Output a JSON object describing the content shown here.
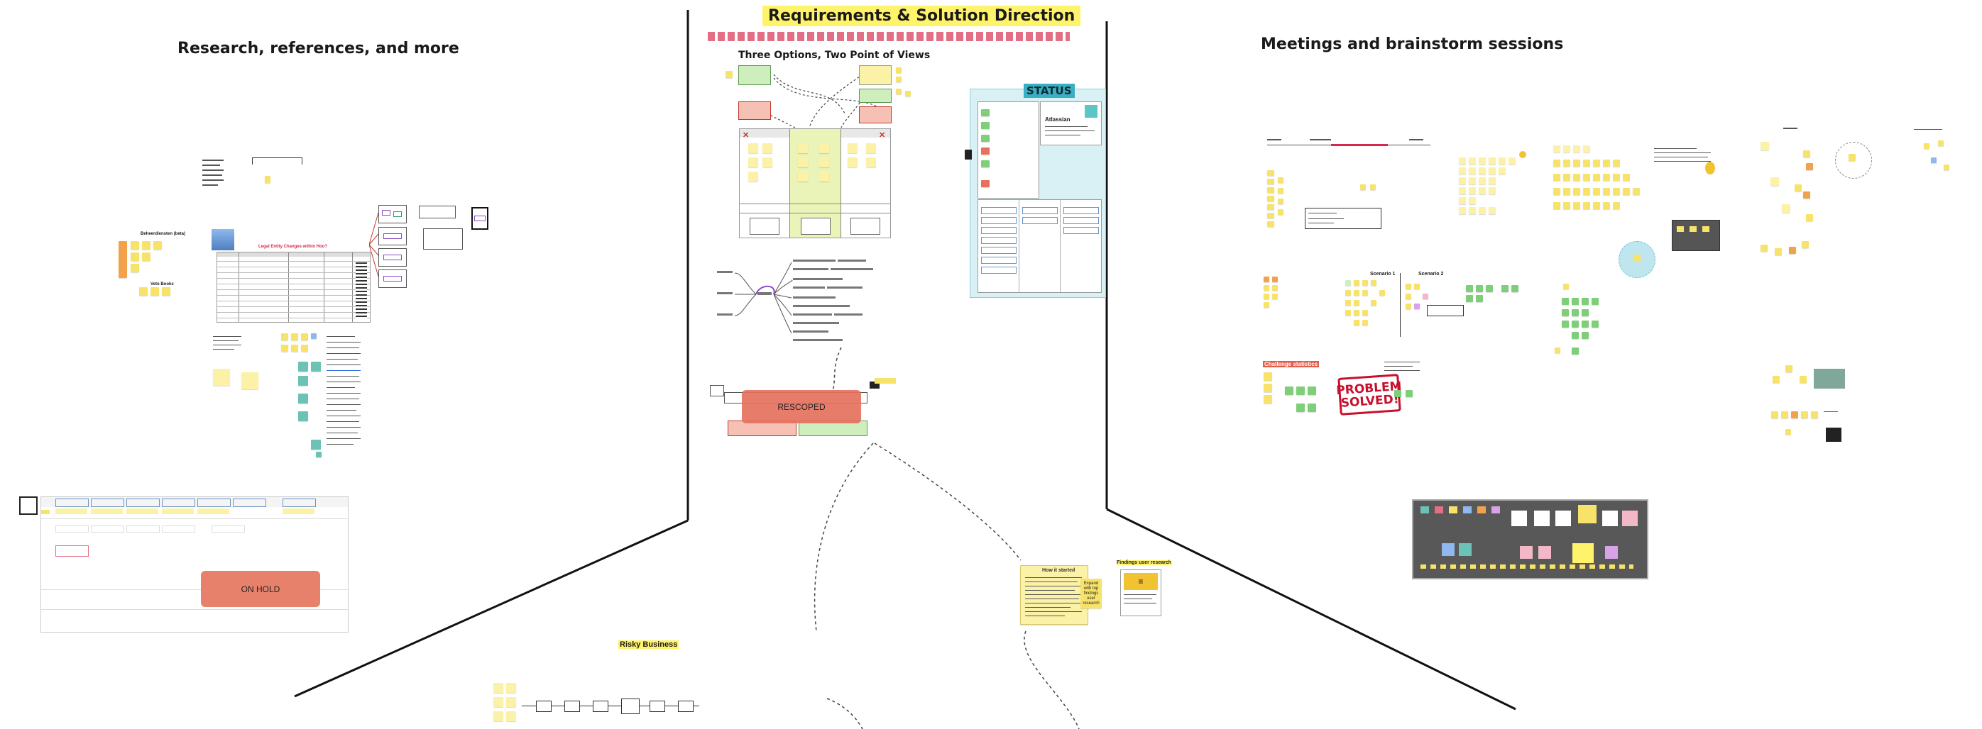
{
  "canvas": {
    "sections": {
      "research": {
        "title": "Research, references, and more"
      },
      "requirements": {
        "title": "Requirements & Solution Direction"
      },
      "meetings": {
        "title": "Meetings and brainstorm sessions"
      }
    },
    "options": {
      "title": "Three Options, Two Point of Views"
    },
    "status": {
      "title": "STATUS",
      "card_title": "Atlassian"
    },
    "legal_table": {
      "title": "Legal Entity Changes within Hoo?"
    },
    "badges": {
      "rescoped": "RESCOPED",
      "on_hold": "ON HOLD",
      "problem_solved": "PROBLEM SOLVED!"
    },
    "risky": {
      "title": "Risky Business"
    },
    "user_research": {
      "title": "Findings user research",
      "note_title": "How it started",
      "expand_note": "Expand with top findings user research"
    },
    "research_labels": {
      "label_1": "Beheerdiensten (beta)",
      "label_2": "Veto Books"
    },
    "meetings_labels": {
      "challenge": "Challenge statistics",
      "scenario_1": "Scenario 1",
      "scenario_2": "Scenario 2"
    },
    "colors": {
      "sticky_yellow": "#f7e36a",
      "status_bg": "#d9f1f5",
      "rescoped_red": "#e5715e",
      "on_hold_red": "#e8816b",
      "title_highlight": "#fff36b",
      "problem_red": "#c8102e"
    }
  }
}
